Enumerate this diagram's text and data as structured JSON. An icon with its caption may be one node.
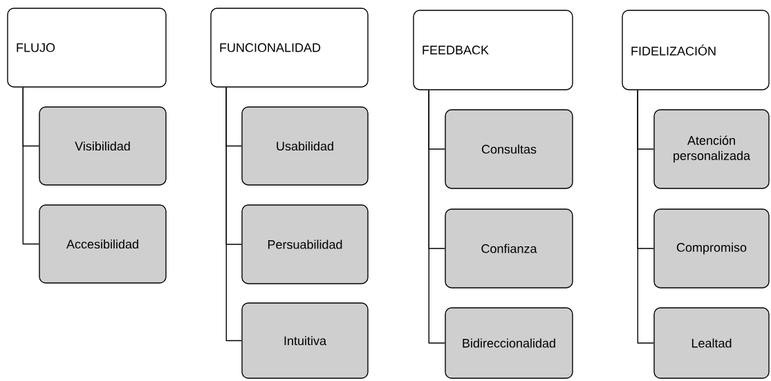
{
  "diagram": {
    "nodes": [
      {
        "text": [
          "FLUJO"
        ]
      },
      {
        "text": [
          "Visibilidad"
        ]
      },
      {
        "text": [
          "Accesibilidad"
        ]
      },
      {
        "text": [
          "FUNCIONALIDAD"
        ]
      },
      {
        "text": [
          "Usabilidad"
        ]
      },
      {
        "text": [
          "Persuabilidad"
        ]
      },
      {
        "text": [
          "Intuitiva"
        ]
      },
      {
        "text": [
          "FEEDBACK"
        ]
      },
      {
        "text": [
          "Consultas"
        ]
      },
      {
        "text": [
          "Confianza"
        ]
      },
      {
        "text": [
          "Bidireccionalidad"
        ]
      },
      {
        "text": [
          "FIDELIZACIÓN"
        ]
      },
      {
        "text": [
          "Atención personalizada"
        ]
      },
      {
        "text": [
          "Compromiso"
        ]
      },
      {
        "text": [
          "Lealtad"
        ]
      }
    ],
    "edges": [
      {
        "from": 0,
        "to": 1,
        "arrow": "none"
      },
      {
        "from": 0,
        "to": 2,
        "arrow": "none"
      },
      {
        "from": 3,
        "to": 4,
        "arrow": "none"
      },
      {
        "from": 3,
        "to": 5,
        "arrow": "none"
      },
      {
        "from": 3,
        "to": 6,
        "arrow": "none"
      },
      {
        "from": 7,
        "to": 8,
        "arrow": "none"
      },
      {
        "from": 7,
        "to": 9,
        "arrow": "none"
      },
      {
        "from": 7,
        "to": 10,
        "arrow": "none"
      },
      {
        "from": 11,
        "to": 12,
        "arrow": "none"
      },
      {
        "from": 11,
        "to": 13,
        "arrow": "none"
      },
      {
        "from": 11,
        "to": 14,
        "arrow": "none"
      }
    ]
  }
}
